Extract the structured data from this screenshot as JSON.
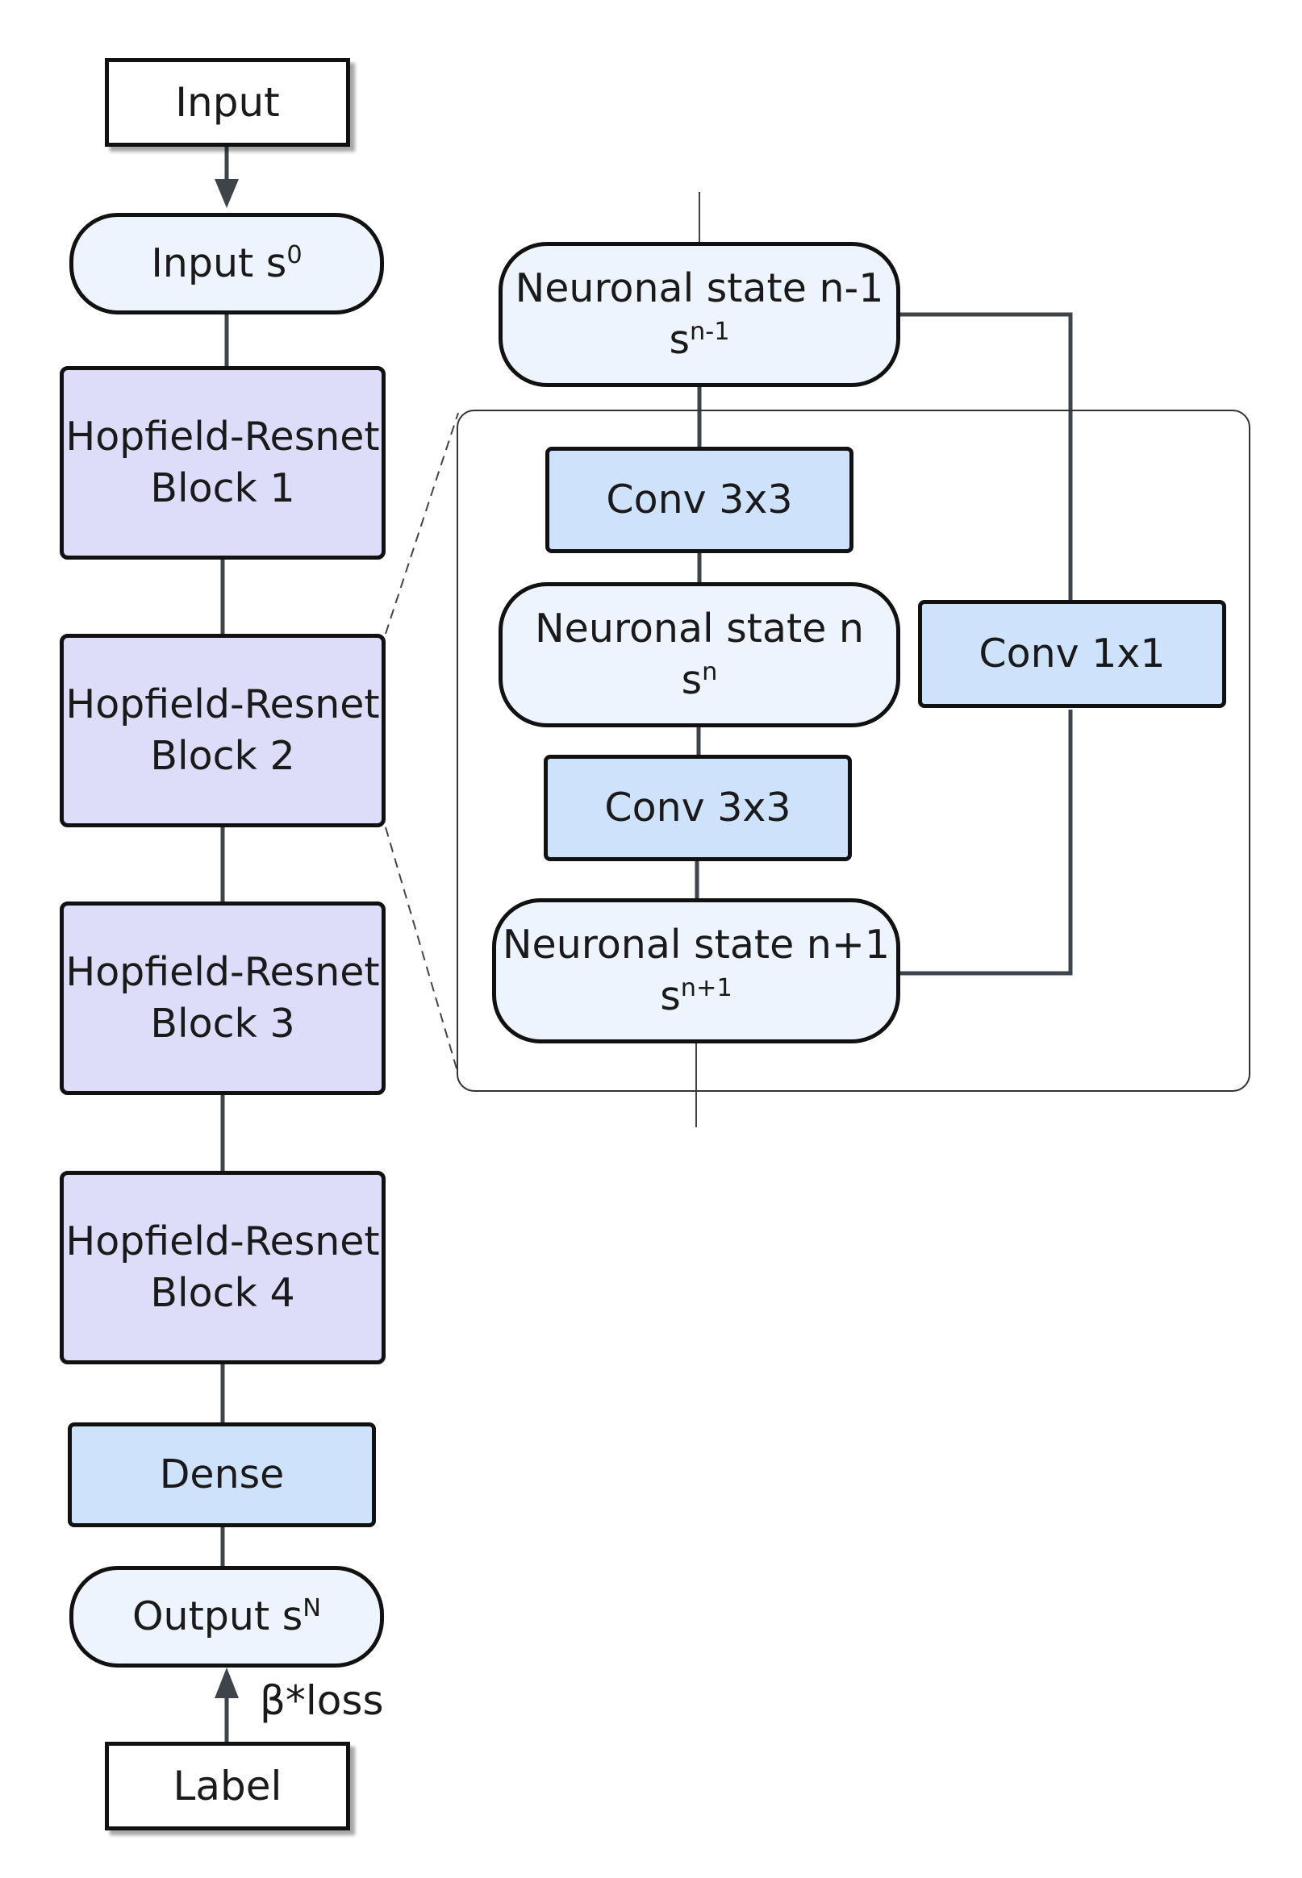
{
  "left_column": {
    "input": "Input",
    "input_state": {
      "text": "Input s",
      "sup": "0"
    },
    "blocks": [
      {
        "line1": "Hopfield-Resnet",
        "line2": "Block 1"
      },
      {
        "line1": "Hopfield-Resnet",
        "line2": "Block 2"
      },
      {
        "line1": "Hopfield-Resnet",
        "line2": "Block 3"
      },
      {
        "line1": "Hopfield-Resnet",
        "line2": "Block 4"
      }
    ],
    "dense": "Dense",
    "output_state": {
      "text": "Output s",
      "sup": "N"
    },
    "label": "Label",
    "loss_label": "β*loss"
  },
  "block_detail": {
    "state_prev": {
      "line1": "Neuronal state n-1",
      "base": "s",
      "sup": "n-1"
    },
    "conv_a": "Conv 3x3",
    "state_mid": {
      "line1": "Neuronal state n",
      "base": "s",
      "sup": "n"
    },
    "conv_b": "Conv 3x3",
    "state_next": {
      "line1": "Neuronal state n+1",
      "base": "s",
      "sup": "n+1"
    },
    "conv_skip": "Conv 1x1"
  },
  "colors": {
    "state_fill": "#eef4fd",
    "block_fill": "#ddddfa",
    "conv_fill": "#cfe2fb",
    "wire": "#3f444b"
  }
}
